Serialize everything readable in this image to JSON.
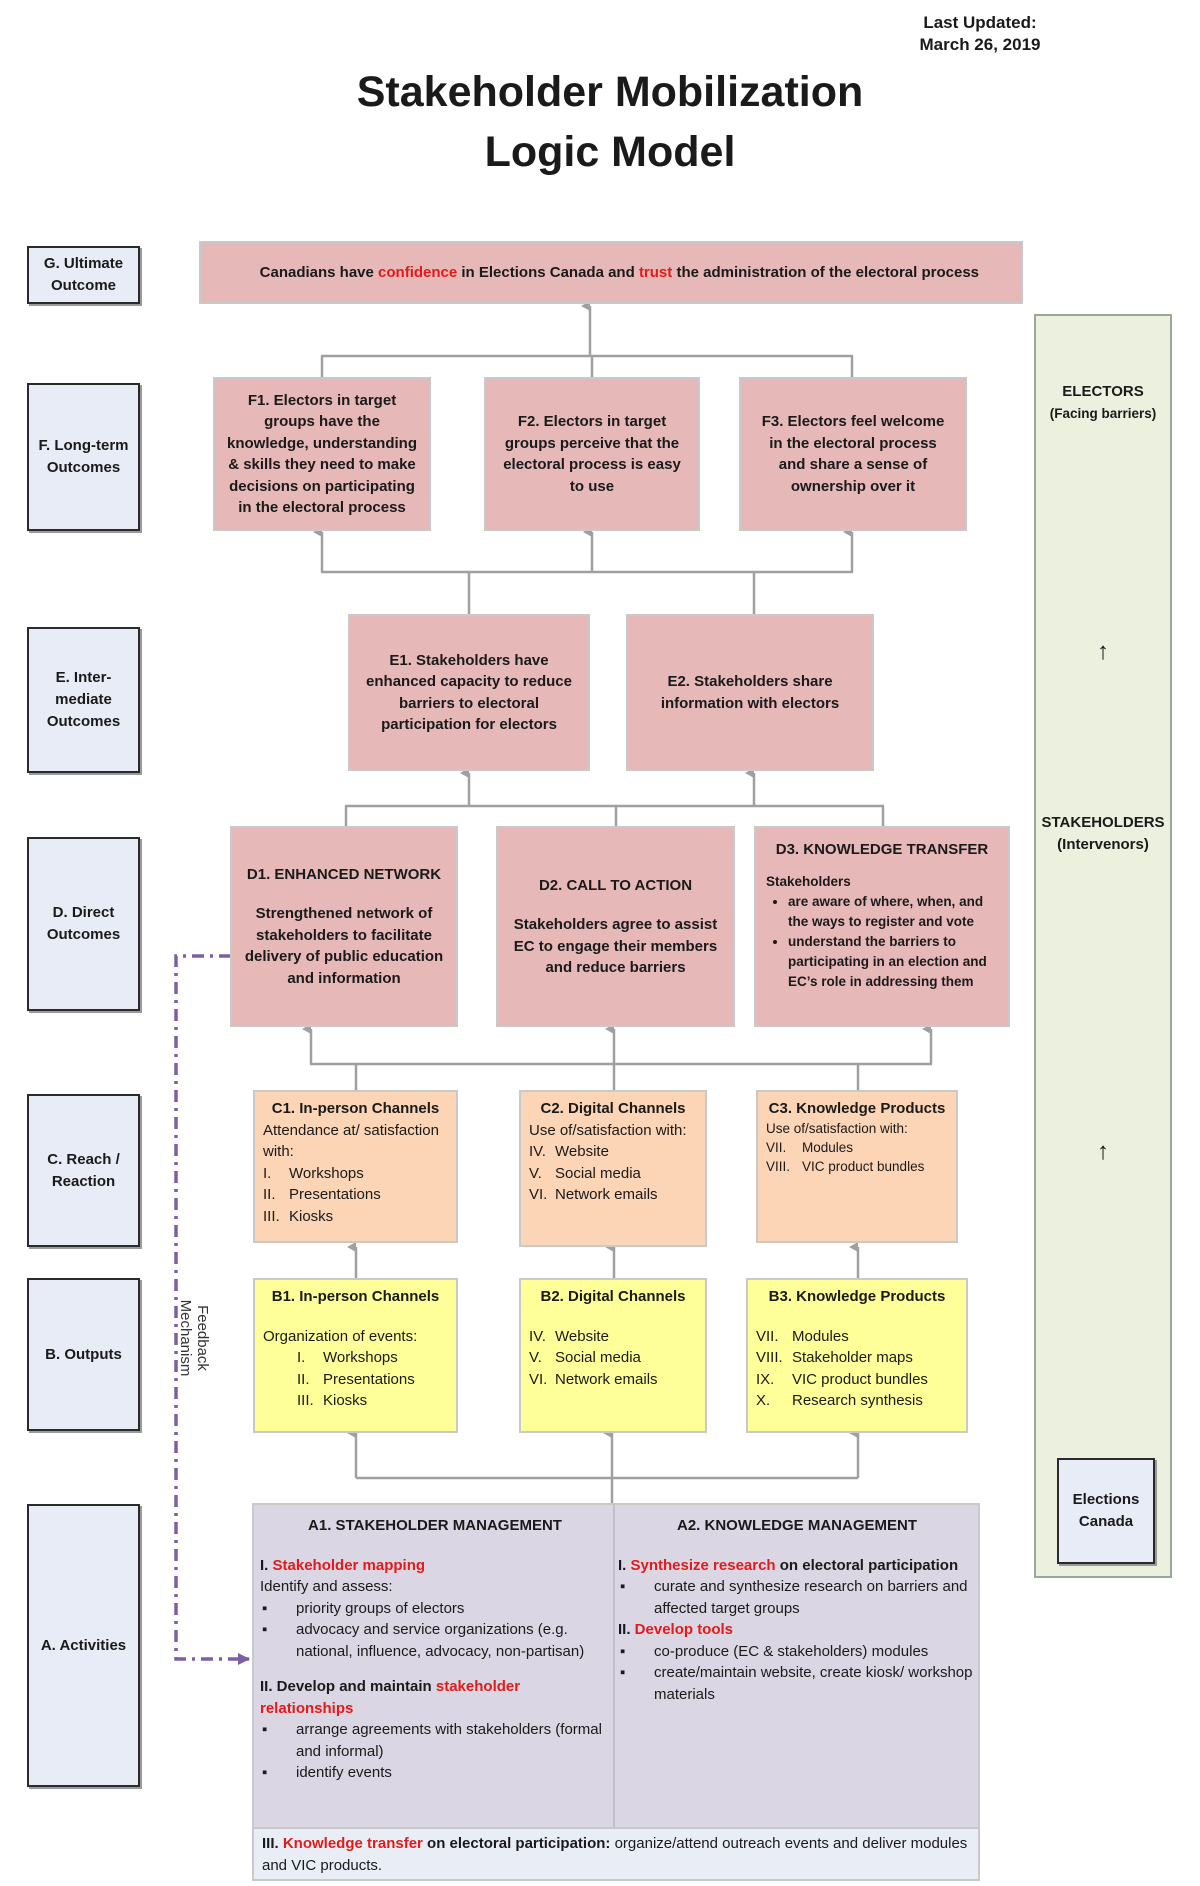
{
  "last_updated": {
    "label": "Last Updated:",
    "date": "March 26, 2019"
  },
  "title": {
    "line1": "Stakeholder Mobilization",
    "line2": "Logic Model"
  },
  "levels": {
    "g": "G. Ultimate Outcome",
    "f": "F. Long-term Outcomes",
    "e": "E. Inter-mediate Outcomes",
    "d": "D. Direct Outcomes",
    "c": "C. Reach / Reaction",
    "b": "B. Outputs",
    "a": "A. Activities"
  },
  "ultimate": {
    "p1": "Canadians have ",
    "hl1": "confidence",
    "p2": " in Elections Canada and ",
    "hl2": "trust",
    "p3": " the administration of the electoral process"
  },
  "long_term": {
    "f1": "F1. Electors in target groups have the knowledge, understanding & skills they need to make decisions on participating in the electoral process",
    "f2": "F2. Electors in target groups perceive that the electoral process is easy to use",
    "f3": "F3. Electors feel welcome in the electoral process and share a sense of ownership over it"
  },
  "intermediate": {
    "e1": "E1. Stakeholders have enhanced capacity to reduce barriers to electoral participation for electors",
    "e2": "E2. Stakeholders share information with electors"
  },
  "direct": {
    "d1": {
      "title": "D1. ENHANCED NETWORK",
      "body": "Strengthened network of stakeholders to facilitate delivery of public education and information"
    },
    "d2": {
      "title": "D2. CALL TO ACTION",
      "body": "Stakeholders agree to assist EC to engage their members and reduce barriers"
    },
    "d3": {
      "title": "D3. KNOWLEDGE TRANSFER",
      "intro": "Stakeholders",
      "bullets": [
        "are aware of where, when, and the ways to register and vote",
        "understand the barriers to participating in an election and EC’s role in addressing them"
      ]
    }
  },
  "reach": {
    "c1": {
      "title": "C1. In-person Channels",
      "intro": "Attendance at/ satisfaction with:",
      "items": [
        {
          "n": "I.",
          "t": "Workshops"
        },
        {
          "n": "II.",
          "t": "Presentations"
        },
        {
          "n": "III.",
          "t": "Kiosks"
        }
      ]
    },
    "c2": {
      "title": "C2. Digital Channels",
      "intro": "Use of/satisfaction with:",
      "items": [
        {
          "n": "IV.",
          "t": "Website"
        },
        {
          "n": "V.",
          "t": "Social media"
        },
        {
          "n": "VI.",
          "t": "Network emails"
        }
      ]
    },
    "c3": {
      "title": "C3. Knowledge Products",
      "intro": "Use of/satisfaction with:",
      "items": [
        {
          "n": "VII.",
          "t": "Modules"
        },
        {
          "n": "VIII.",
          "t": "VIC product bundles"
        }
      ]
    }
  },
  "outputs": {
    "b1": {
      "title": "B1. In-person Channels",
      "intro": "Organization of events:",
      "items": [
        {
          "n": "I.",
          "t": "Workshops"
        },
        {
          "n": "II.",
          "t": "Presentations"
        },
        {
          "n": "III.",
          "t": "Kiosks"
        }
      ]
    },
    "b2": {
      "title": "B2. Digital Channels",
      "items": [
        {
          "n": "IV.",
          "t": "Website"
        },
        {
          "n": "V.",
          "t": "Social media"
        },
        {
          "n": "VI.",
          "t": "Network emails"
        }
      ]
    },
    "b3": {
      "title": "B3. Knowledge Products",
      "items": [
        {
          "n": "VII.",
          "t": "Modules"
        },
        {
          "n": "VIII.",
          "t": "Stakeholder maps"
        },
        {
          "n": "IX.",
          "t": "VIC product bundles"
        },
        {
          "n": "X.",
          "t": "Research synthesis"
        }
      ]
    }
  },
  "activities": {
    "a1": {
      "title": "A1. STAKEHOLDER MANAGEMENT",
      "s1_num": "I. ",
      "s1_hl": "Stakeholder mapping",
      "s1_intro": "Identify and assess:",
      "s1_bullets": [
        "priority groups of electors",
        "advocacy and service organizations (e.g. national, influence, advocacy, non-partisan)"
      ],
      "s2_pre": "II. Develop and maintain ",
      "s2_hl": "stakeholder relationships",
      "s2_bullets": [
        "arrange agreements with stakeholders (formal and informal)",
        "identify events"
      ]
    },
    "a2": {
      "title": "A2. KNOWLEDGE MANAGEMENT",
      "s1_num": "I. ",
      "s1_hl": "Synthesize research",
      "s1_post": " on electoral participation",
      "s1_bullets": [
        "curate and synthesize research on barriers and affected target groups"
      ],
      "s2_num": "II. ",
      "s2_hl": "Develop tools",
      "s2_bullets": [
        "co-produce (EC & stakeholders) modules",
        "create/maintain website, create kiosk/ workshop materials"
      ]
    },
    "a3": {
      "num": "III. ",
      "hl": "Knowledge transfer",
      "mid": " on electoral participation:",
      "rest": " organize/attend outreach events and deliver modules and VIC products."
    }
  },
  "side": {
    "electors": "ELECTORS",
    "electors_sub": "(Facing barriers)",
    "stakeholders": "STAKEHOLDERS",
    "stakeholders_sub": "(Intervenors)",
    "arrow": "↑",
    "ec": "Elections Canada"
  },
  "feedback": "Feedback Mechanism",
  "colors": {
    "highlight": "#e01b1b",
    "outcome": "#e6b9b8",
    "reach": "#fbd5b5",
    "outputs": "#ffff99",
    "activities": "#dad6e3",
    "label_box": "#e8ecf6",
    "side_panel": "#ebf1de",
    "feedback": "#7d5ea5"
  }
}
